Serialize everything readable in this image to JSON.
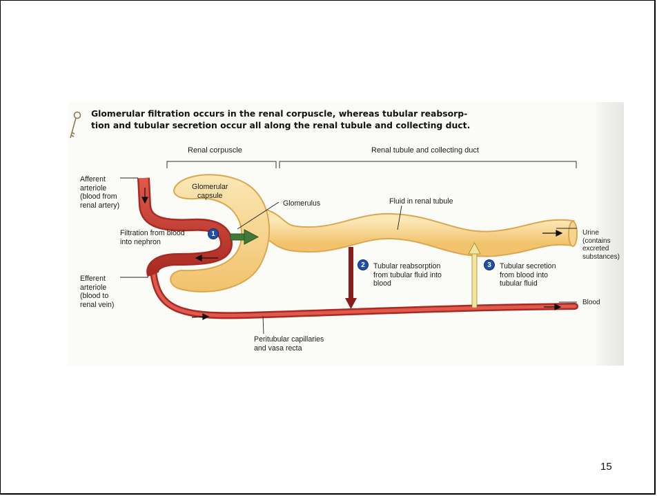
{
  "caption": {
    "line1": "Glomerular filtration occurs in the renal corpuscle, whereas tubular reabsorp-",
    "line2": "tion and tubular secretion occur all along the renal tubule and collecting duct."
  },
  "brackets": {
    "renal_corpuscle": "Renal corpuscle",
    "renal_tubule": "Renal tubule and collecting duct"
  },
  "labels": {
    "afferent": [
      "Afferent",
      "arteriole",
      "(blood from",
      "renal artery)"
    ],
    "efferent": [
      "Efferent",
      "arteriole",
      "(blood to",
      "renal vein)"
    ],
    "glomerular_capsule": [
      "Glomerular",
      "capsule"
    ],
    "glomerulus": "Glomerulus",
    "fluid": "Fluid in renal tubule",
    "urine": [
      "Urine",
      "(contains",
      "excreted",
      "substances)"
    ],
    "blood": "Blood",
    "peritubular": [
      "Peritubular capillaries",
      "and vasa recta"
    ]
  },
  "steps": [
    {
      "number": "1",
      "text": [
        "Filtration from blood",
        "into nephron"
      ]
    },
    {
      "number": "2",
      "text": [
        "Tubular reabsorption",
        "from tubular fluid into",
        "blood"
      ]
    },
    {
      "number": "3",
      "text": [
        "Tubular secretion",
        "from blood into",
        "tubular fluid"
      ]
    }
  ],
  "colors": {
    "tubule_fill": "#f7d591",
    "tubule_outline": "#d9a84e",
    "vessel": "#c8372d",
    "filtration_arrow": "#3f7a3a",
    "reabsorption_arrow": "#8b1a1a",
    "secretion_arrow": "#f3e59a",
    "step_circle": "#1f4fa6"
  },
  "page_number": "15"
}
